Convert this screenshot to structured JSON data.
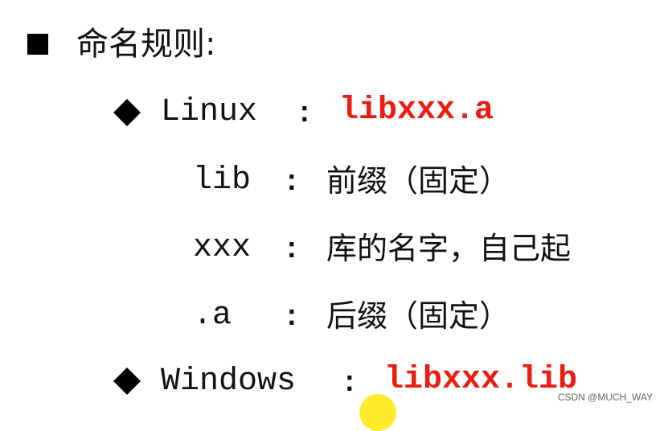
{
  "heading": {
    "bullet": "square-bullet",
    "text": "命名规则:"
  },
  "linux": {
    "label": "Linux",
    "colon": ":",
    "value": "libxxx.a",
    "parts": [
      {
        "key": "lib",
        "colon": ":",
        "desc": "前缀（固定）"
      },
      {
        "key": "xxx",
        "colon": ":",
        "desc": "库的名字，自己起"
      },
      {
        "key": ".a",
        "colon": ":",
        "desc": "后缀（固定）"
      }
    ]
  },
  "windows": {
    "label": "Windows",
    "colon": ":",
    "value": "libxxx.lib"
  },
  "accent_color": "#ee1c10",
  "watermark": "CSDN @MUCH_WAY"
}
